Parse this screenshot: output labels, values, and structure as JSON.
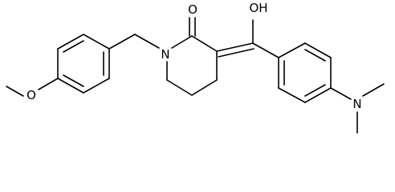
{
  "structure": {
    "atoms": {
      "carbonyl_oxygen": "O",
      "hydroxyl": "OH",
      "ring_nitrogen": "N",
      "amine_nitrogen": "N",
      "methoxy_oxygen": "O"
    },
    "colors": {
      "bond": "#000000",
      "label": "#000000",
      "background": "#ffffff"
    }
  }
}
